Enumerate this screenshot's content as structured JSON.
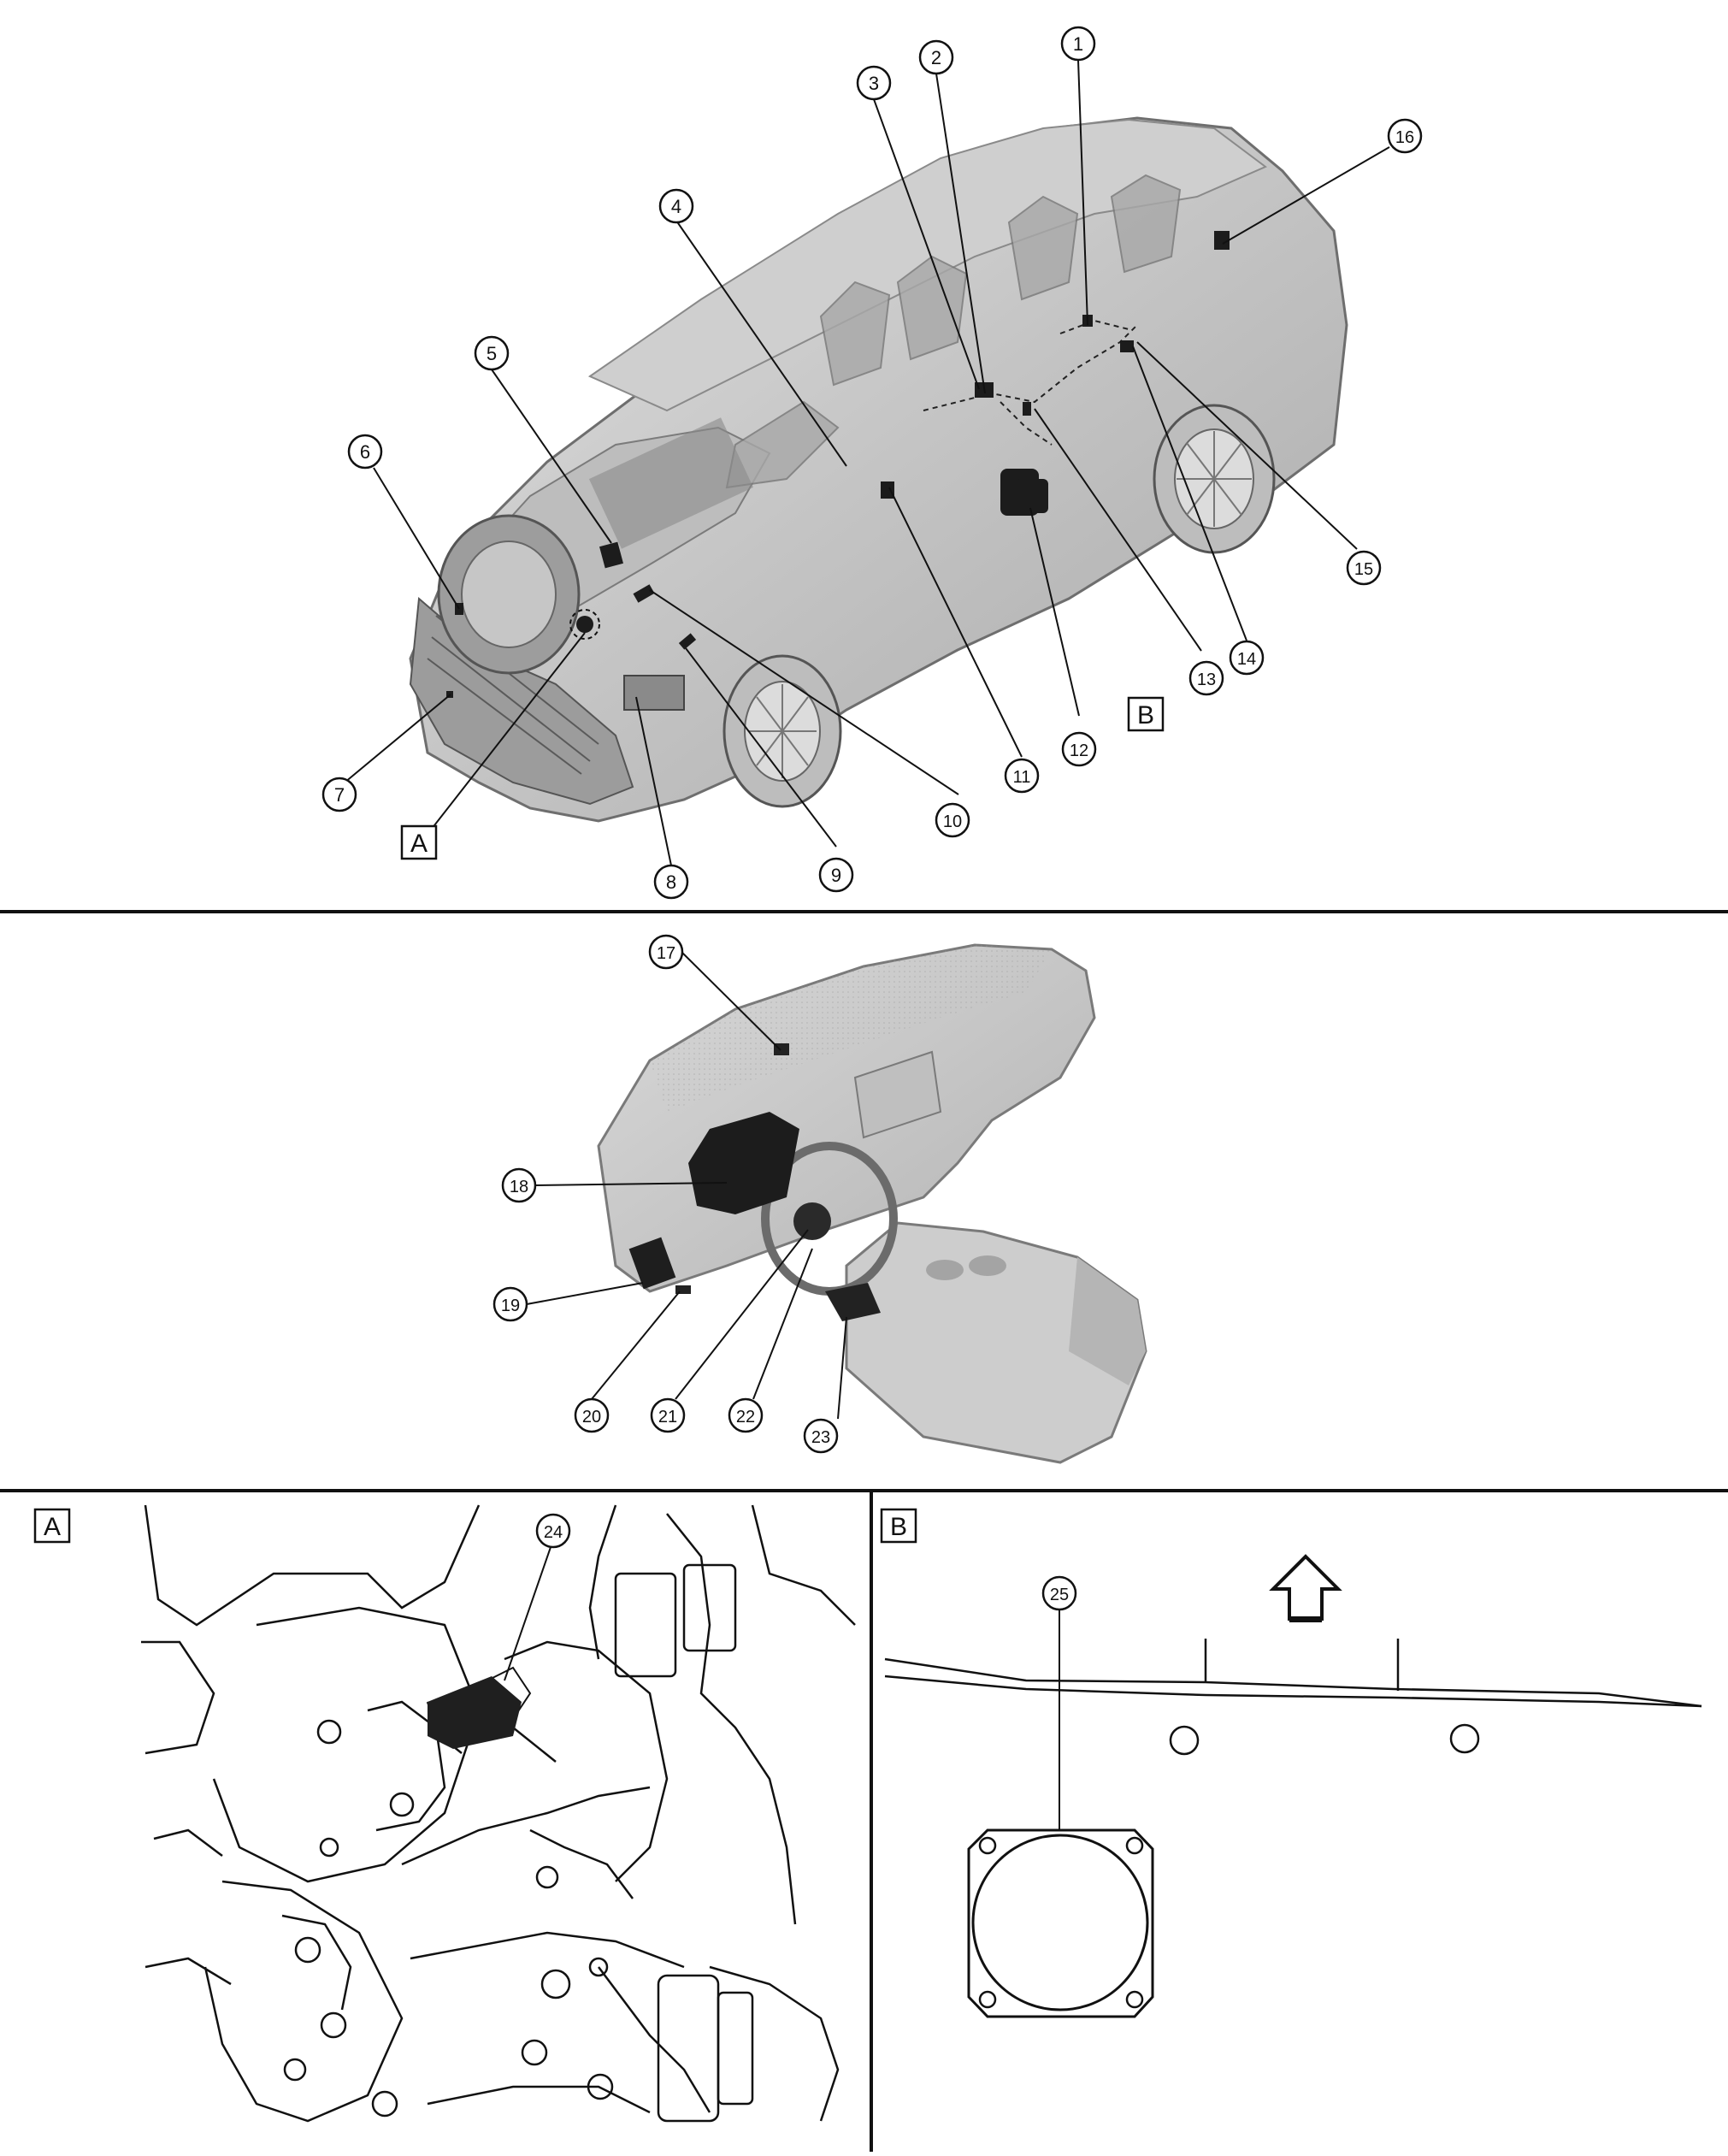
{
  "callouts": [
    "1",
    "2",
    "3",
    "4",
    "5",
    "6",
    "7",
    "8",
    "9",
    "10",
    "11",
    "12",
    "13",
    "14",
    "15",
    "16",
    "17",
    "18",
    "19",
    "20",
    "21",
    "22",
    "23",
    "24",
    "25"
  ],
  "detail_labels": {
    "a": "A",
    "b": "B"
  },
  "icons": {
    "front_direction": "up-arrow-icon"
  },
  "colors": {
    "line": "#111111",
    "body_shade": "#b9b9b9",
    "part_dark": "#1c1c1c"
  }
}
